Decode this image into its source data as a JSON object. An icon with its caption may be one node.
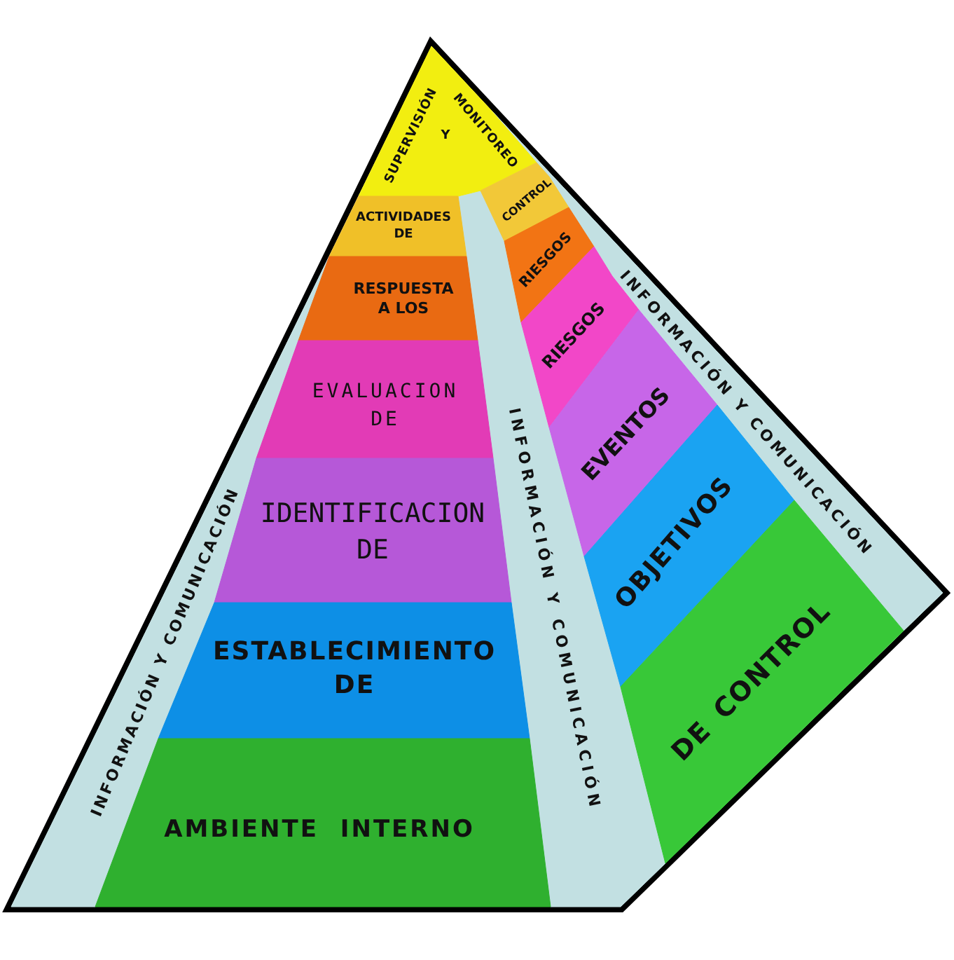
{
  "diagram": {
    "nodes": [
      {
        "text": [
          "SUPERVISIÓN",
          "Y",
          "MONITOREO"
        ]
      },
      {
        "text": [
          "ACTIVIDADES DE"
        ]
      },
      {
        "text": [
          "CONTROL"
        ]
      },
      {
        "text": [
          "RESPUESTA A LOS"
        ]
      },
      {
        "text": [
          "RIESGOS"
        ]
      },
      {
        "text": [
          "EVALUACION DE"
        ]
      },
      {
        "text": [
          "RIESGOS"
        ]
      },
      {
        "text": [
          "IDENTIFICACION DE"
        ]
      },
      {
        "text": [
          "EVENTOS"
        ]
      },
      {
        "text": [
          "ESTABLECIMIENTO DE"
        ]
      },
      {
        "text": [
          "OBJETIVOS"
        ]
      },
      {
        "text": [
          "AMBIENTE INTERNO"
        ]
      },
      {
        "text": [
          "DE CONTROL"
        ]
      },
      {
        "text": [
          "INFORMACIÓN Y COMUNICACIÓN"
        ]
      },
      {
        "text": [
          "INFORMACIÓN Y COMUNICACIÓN"
        ]
      },
      {
        "text": [
          "INFORMACIÓN Y COMUNICACIÓN"
        ]
      }
    ]
  }
}
